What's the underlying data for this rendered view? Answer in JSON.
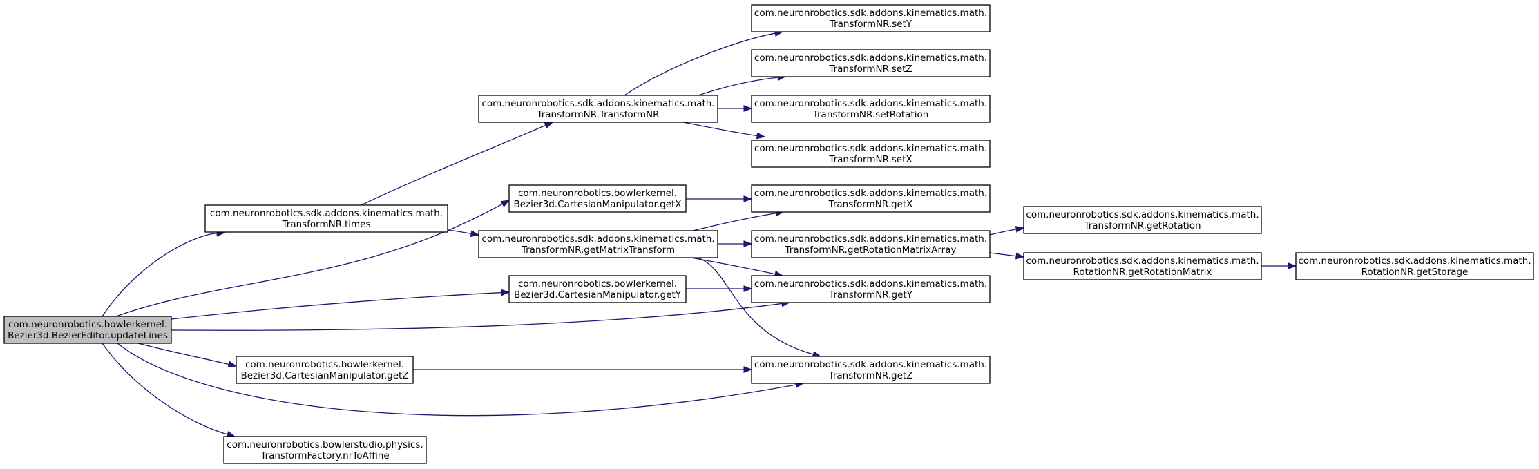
{
  "diagram": {
    "nodes": [
      {
        "id": "updateLines",
        "line1": "com.neuronrobotics.bowlerkernel.",
        "line2": "Bezier3d.BezierEditor.updateLines",
        "highlighted": true
      },
      {
        "id": "times",
        "line1": "com.neuronrobotics.sdk.addons.kinematics.math.",
        "line2": "TransformNR.times"
      },
      {
        "id": "transformNR",
        "line1": "com.neuronrobotics.sdk.addons.kinematics.math.",
        "line2": "TransformNR.TransformNR"
      },
      {
        "id": "cmGetX",
        "line1": "com.neuronrobotics.bowlerkernel.",
        "line2": "Bezier3d.CartesianManipulator.getX"
      },
      {
        "id": "getMatrixTransform",
        "line1": "com.neuronrobotics.sdk.addons.kinematics.math.",
        "line2": "TransformNR.getMatrixTransform"
      },
      {
        "id": "cmGetY",
        "line1": "com.neuronrobotics.bowlerkernel.",
        "line2": "Bezier3d.CartesianManipulator.getY"
      },
      {
        "id": "cmGetZ",
        "line1": "com.neuronrobotics.bowlerkernel.",
        "line2": "Bezier3d.CartesianManipulator.getZ"
      },
      {
        "id": "nrToAffine",
        "line1": "com.neuronrobotics.bowlerstudio.physics.",
        "line2": "TransformFactory.nrToAffine"
      },
      {
        "id": "setY",
        "line1": "com.neuronrobotics.sdk.addons.kinematics.math.",
        "line2": "TransformNR.setY"
      },
      {
        "id": "setZ",
        "line1": "com.neuronrobotics.sdk.addons.kinematics.math.",
        "line2": "TransformNR.setZ"
      },
      {
        "id": "setRotation",
        "line1": "com.neuronrobotics.sdk.addons.kinematics.math.",
        "line2": "TransformNR.setRotation"
      },
      {
        "id": "setX",
        "line1": "com.neuronrobotics.sdk.addons.kinematics.math.",
        "line2": "TransformNR.setX"
      },
      {
        "id": "getX",
        "line1": "com.neuronrobotics.sdk.addons.kinematics.math.",
        "line2": "TransformNR.getX"
      },
      {
        "id": "getRotationMatrixArray",
        "line1": "com.neuronrobotics.sdk.addons.kinematics.math.",
        "line2": "TransformNR.getRotationMatrixArray"
      },
      {
        "id": "getY",
        "line1": "com.neuronrobotics.sdk.addons.kinematics.math.",
        "line2": "TransformNR.getY"
      },
      {
        "id": "getZ",
        "line1": "com.neuronrobotics.sdk.addons.kinematics.math.",
        "line2": "TransformNR.getZ"
      },
      {
        "id": "getRotation",
        "line1": "com.neuronrobotics.sdk.addons.kinematics.math.",
        "line2": "TransformNR.getRotation"
      },
      {
        "id": "getRotationMatrix",
        "line1": "com.neuronrobotics.sdk.addons.kinematics.math.",
        "line2": "RotationNR.getRotationMatrix"
      },
      {
        "id": "getStorage",
        "line1": "com.neuronrobotics.sdk.addons.kinematics.math.",
        "line2": "RotationNR.getStorage"
      }
    ],
    "edges": [
      {
        "from": "updateLines",
        "to": "times"
      },
      {
        "from": "updateLines",
        "to": "cmGetX"
      },
      {
        "from": "updateLines",
        "to": "cmGetY"
      },
      {
        "from": "updateLines",
        "to": "getY"
      },
      {
        "from": "updateLines",
        "to": "cmGetZ"
      },
      {
        "from": "updateLines",
        "to": "getZ"
      },
      {
        "from": "updateLines",
        "to": "nrToAffine"
      },
      {
        "from": "times",
        "to": "transformNR"
      },
      {
        "from": "times",
        "to": "getMatrixTransform"
      },
      {
        "from": "transformNR",
        "to": "setY"
      },
      {
        "from": "transformNR",
        "to": "setZ"
      },
      {
        "from": "transformNR",
        "to": "setRotation"
      },
      {
        "from": "transformNR",
        "to": "setX"
      },
      {
        "from": "cmGetX",
        "to": "getX"
      },
      {
        "from": "getMatrixTransform",
        "to": "getX"
      },
      {
        "from": "getMatrixTransform",
        "to": "getRotationMatrixArray"
      },
      {
        "from": "getMatrixTransform",
        "to": "getY"
      },
      {
        "from": "getMatrixTransform",
        "to": "getZ"
      },
      {
        "from": "cmGetY",
        "to": "getY"
      },
      {
        "from": "cmGetZ",
        "to": "getZ"
      },
      {
        "from": "getRotationMatrixArray",
        "to": "getRotation"
      },
      {
        "from": "getRotationMatrixArray",
        "to": "getRotationMatrix"
      },
      {
        "from": "getRotationMatrix",
        "to": "getStorage"
      }
    ],
    "colors": {
      "edge": "#191970",
      "highlighted_node_fill": "#bfbfbf",
      "node_fill": "#ffffff"
    }
  }
}
